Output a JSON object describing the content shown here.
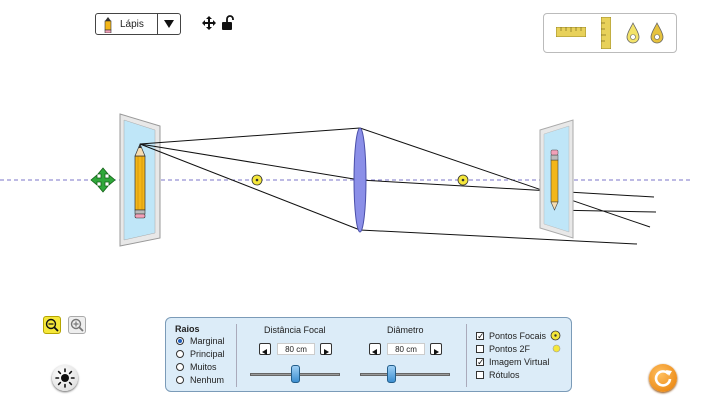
{
  "object_selector": {
    "selected": "Lápis"
  },
  "toolbox": {
    "tools": [
      "ruler-horizontal-icon",
      "ruler-vertical-icon",
      "probe-icon",
      "probe-icon"
    ]
  },
  "panel": {
    "rays_title": "Raios",
    "rays_options": [
      "Marginal",
      "Principal",
      "Muitos",
      "Nenhum"
    ],
    "rays_selected": "Marginal",
    "focal_length": {
      "label": "Distância Focal",
      "value": "80 cm"
    },
    "diameter": {
      "label": "Diâmetro",
      "value": "80 cm"
    },
    "checkboxes": [
      {
        "label": "Pontos Focais",
        "checked": true
      },
      {
        "label": "Pontos 2F",
        "checked": false
      },
      {
        "label": "Imagem Virtual",
        "checked": true
      },
      {
        "label": "Rótulos",
        "checked": false
      }
    ]
  },
  "colors": {
    "lens": "#8b8fe8",
    "axis": "#7b74c8",
    "focal_point": "#f5e73a",
    "panel_bg": "#dcecf8",
    "reset": "#f08c00"
  }
}
